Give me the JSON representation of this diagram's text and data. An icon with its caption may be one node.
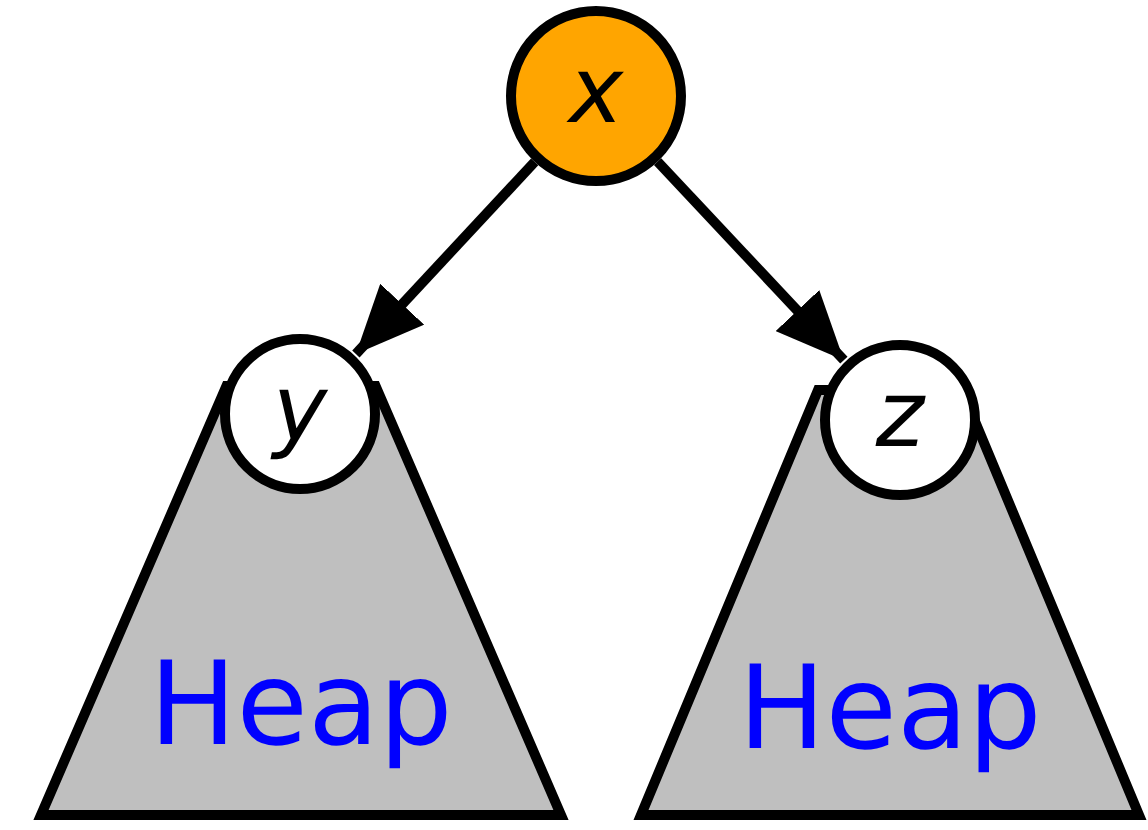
{
  "diagram": {
    "nodes": [
      {
        "text": [
          "x"
        ]
      },
      {
        "text": [
          "y"
        ]
      },
      {
        "text": [
          "z"
        ]
      },
      {
        "text": [
          "Heap"
        ]
      },
      {
        "text": [
          "Heap"
        ]
      }
    ],
    "edges": [
      {
        "from": 0,
        "to": 1,
        "arrow": "to"
      },
      {
        "from": 0,
        "to": 2,
        "arrow": "to"
      }
    ]
  }
}
